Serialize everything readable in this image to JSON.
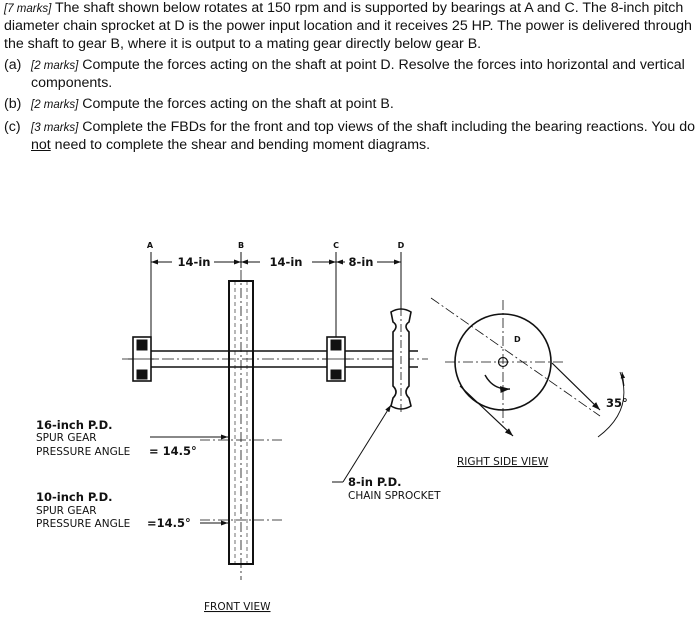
{
  "intro": {
    "marks": "[7 marks]",
    "text": "The shaft shown below rotates at 150 rpm and is supported by bearings at A and C. The 8-inch pitch diameter chain sprocket at D is the power input location and it receives 25 HP.  The power is delivered through the shaft to gear B, where it is output to a mating gear directly below gear B."
  },
  "parts": [
    {
      "label": "(a)",
      "marks": "[2 marks]",
      "text": "Compute the forces acting on the shaft at point D.  Resolve the forces into horizontal and vertical components."
    },
    {
      "label": "(b)",
      "marks": "[2 marks]",
      "text": "Compute the forces acting on the shaft at point B."
    },
    {
      "label": "(c)",
      "marks": "[3 marks]",
      "text_before": "Complete the FBDs for the front and top views of the shaft including the bearing reactions.  You do ",
      "text_emph": "not",
      "text_after": " need to complete the shear and bending moment diagrams."
    }
  ],
  "figure": {
    "points": {
      "A": "A",
      "B": "B",
      "C": "C",
      "D": "D"
    },
    "dims": {
      "ab": "14-in",
      "bc": "14-in",
      "cd": "8-in"
    },
    "label_16": {
      "l1": "16-inch P.D.",
      "l2": "SPUR GEAR",
      "l3": "PRESSURE ANGLE",
      "l3b": "= 14.5°"
    },
    "label_10": {
      "l1": "10-inch P.D.",
      "l2": "SPUR GEAR",
      "l3": "PRESSURE ANGLE",
      "l3b": "=14.5°"
    },
    "sprocket_label": {
      "l1": "8-in P.D.",
      "l2": "CHAIN SPROCKET"
    },
    "front_view": "FRONT VIEW",
    "right_side_view": "RIGHT SIDE VIEW",
    "side_d": "D",
    "angle": "35°"
  }
}
